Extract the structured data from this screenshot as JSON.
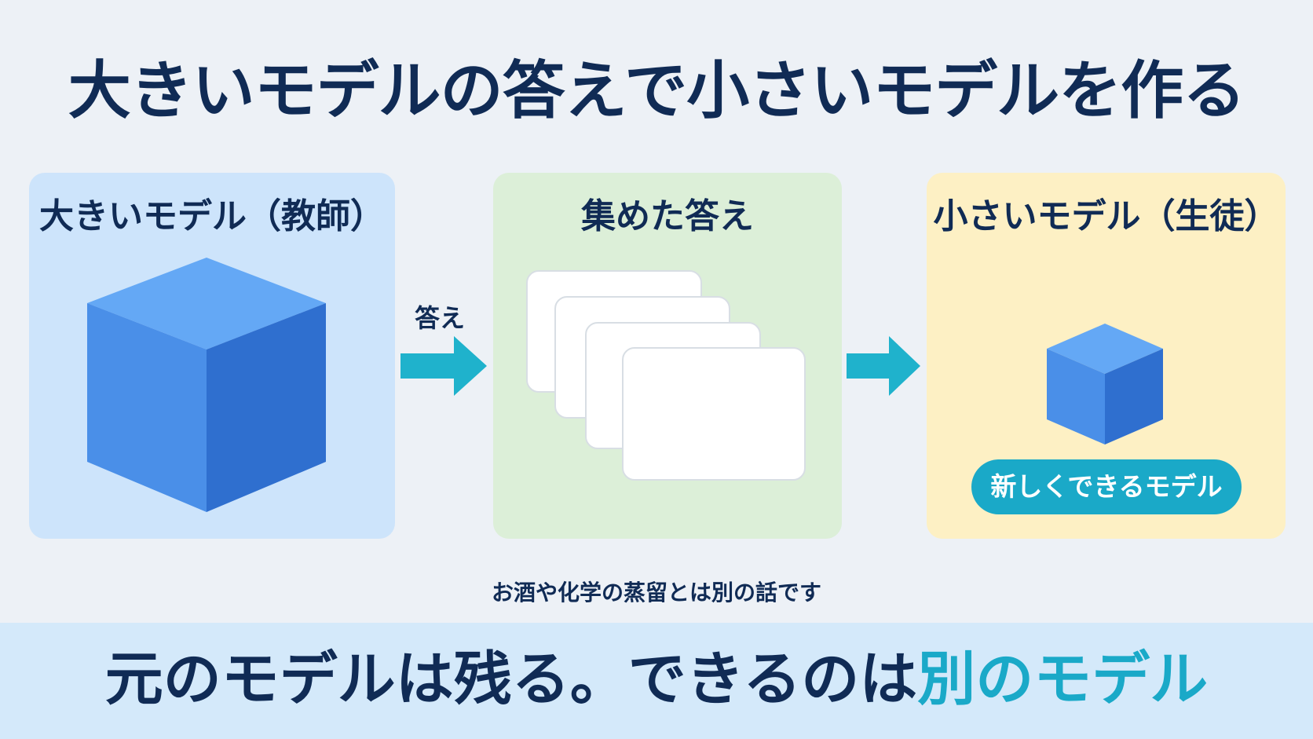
{
  "title": "大きいモデルの答えで小さいモデルを作る",
  "teacher": {
    "title": "大きいモデル（教師）"
  },
  "answers": {
    "title": "集めた答え",
    "arrow_label": "答え"
  },
  "student": {
    "title": "小さいモデル（生徒）",
    "badge": "新しくできるモデル"
  },
  "note": "お酒や化学の蒸留とは別の話です",
  "bottom": {
    "text_part1": "元のモデルは残る。できるのは",
    "text_highlight": "別のモデル"
  },
  "colors": {
    "teacher_bg": "#cde4fb",
    "answers_bg": "#dcefd8",
    "student_bg": "#fdf0c4",
    "accent": "#1aa9c8",
    "cube_top": "#64a8f5",
    "cube_left": "#4a8fe8",
    "cube_right": "#2f6fcf",
    "text": "#102b55"
  }
}
